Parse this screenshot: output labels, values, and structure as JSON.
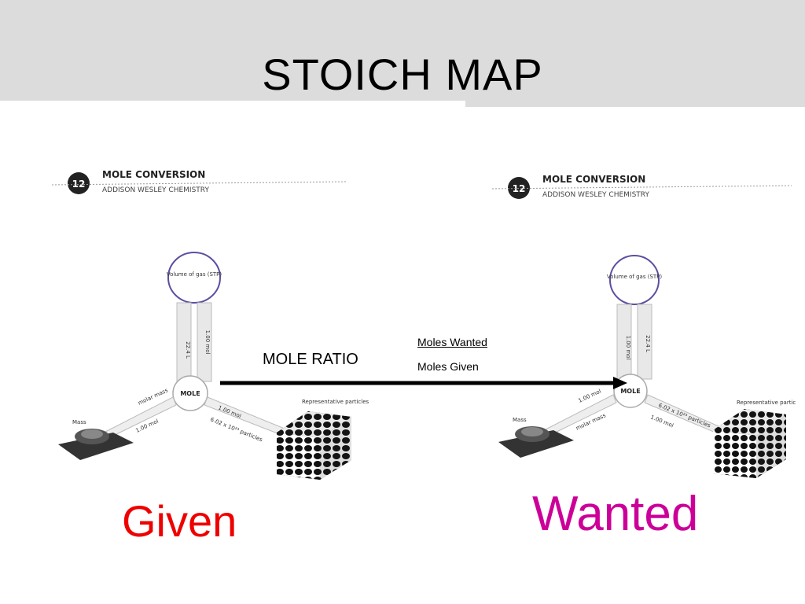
{
  "slide": {
    "title": "STOICH MAP",
    "mole_ratio_label": "MOLE RATIO",
    "ratio_numerator": "Moles Wanted",
    "ratio_denominator": "Moles Given",
    "given_label": "Given",
    "wanted_label": "Wanted"
  },
  "diagram": {
    "badge_number": "12",
    "header_title": "MOLE CONVERSION",
    "header_subtitle": "ADDISON WESLEY CHEMISTRY",
    "center_node": "MOLE",
    "gas_node": "Volume of gas (STP)",
    "mass_label": "Mass",
    "particles_label": "Representative particles",
    "gas_to_mole_left": "22.4 L",
    "gas_to_mole_right": "1.00 mol",
    "mole_to_gas_left": "1.00 mol",
    "mole_to_gas_right": "22.4 L",
    "mass_top": "molar mass",
    "mass_top2": "1.00 mol",
    "mass_bottom": "1.00 mol",
    "mass_bottom2": "molar mass",
    "particles_top": "1.00 mol",
    "particles_top2": "6.02 x 10²³ particles",
    "particles_bottom": "6.02 x 10²³ particles",
    "particles_bottom2": "1.00 mol"
  },
  "colors": {
    "title_band": "#dcdcdc",
    "given": "#ee0000",
    "wanted": "#cc0099",
    "gas_circle": "#5a4fa0"
  }
}
